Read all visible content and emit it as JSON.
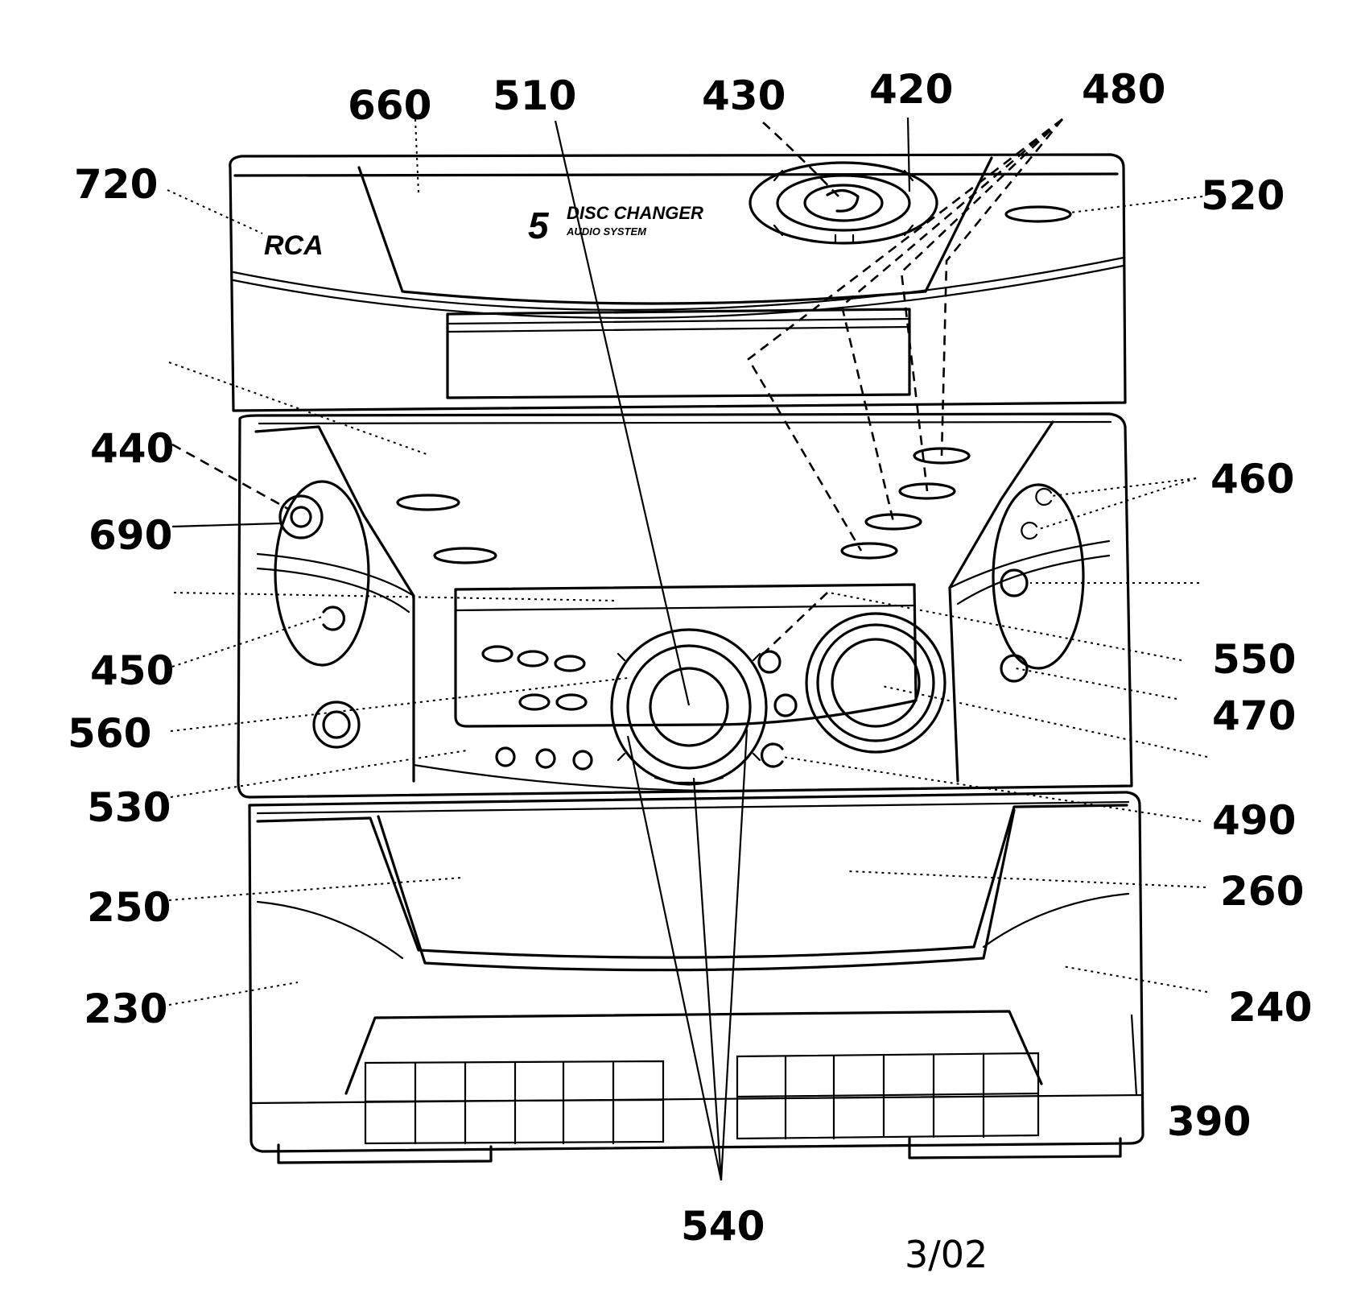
{
  "figure": {
    "sheet_number": "3/02",
    "brand_logo": "RCA",
    "product_text": {
      "number": "5",
      "line1": "DISC CHANGER",
      "line2": "AUDIO SYSTEM"
    }
  },
  "reference_numerals": {
    "r660": "660",
    "r510": "510",
    "r430": "430",
    "r420": "420",
    "r480": "480",
    "r720": "720",
    "r520": "520",
    "r440": "440",
    "r690": "690",
    "r460": "460",
    "r450": "450",
    "r550": "550",
    "r560": "560",
    "r470": "470",
    "r530": "530",
    "r490": "490",
    "r250": "250",
    "r260": "260",
    "r230": "230",
    "r240": "240",
    "r390": "390",
    "r540": "540"
  }
}
